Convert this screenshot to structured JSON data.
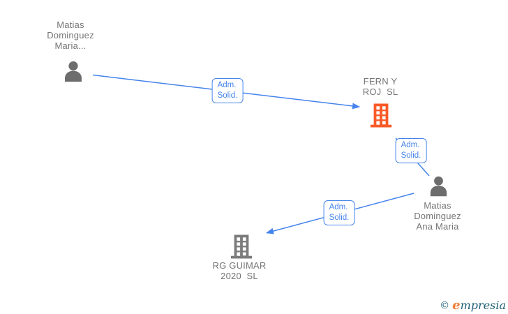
{
  "diagram": {
    "nodes": {
      "person1": {
        "type": "person",
        "label": "Matias\nDominguez\nMaria..."
      },
      "company1": {
        "type": "company",
        "label": "FERN Y\nROJ  SL"
      },
      "person2": {
        "type": "person",
        "label": "Matias\nDominguez\nAna Maria"
      },
      "company2": {
        "type": "company",
        "label": "RG GUIMAR\n2020  SL"
      }
    },
    "edges": {
      "edge1": {
        "from": "person1",
        "to": "company1",
        "label": "Adm.\nSolid."
      },
      "edge2": {
        "from": "person2",
        "to": "company1",
        "label": "Adm.\nSolid."
      },
      "edge3": {
        "from": "person2",
        "to": "company2",
        "label": "Adm.\nSolid."
      }
    }
  },
  "watermark": {
    "copyright": "©",
    "brand_initial": "e",
    "brand_rest": "mpresia"
  },
  "theme": {
    "edgeBlue": "#4584ec",
    "personGray": "#6d6d6d",
    "companyOrange": "#f95a27",
    "companyGray": "#7b7b7b",
    "labelGray": "#757575",
    "logoOrange": "#ee7d35",
    "logoTeal": "#1f6076",
    "canvasBg": "#ffffff"
  }
}
